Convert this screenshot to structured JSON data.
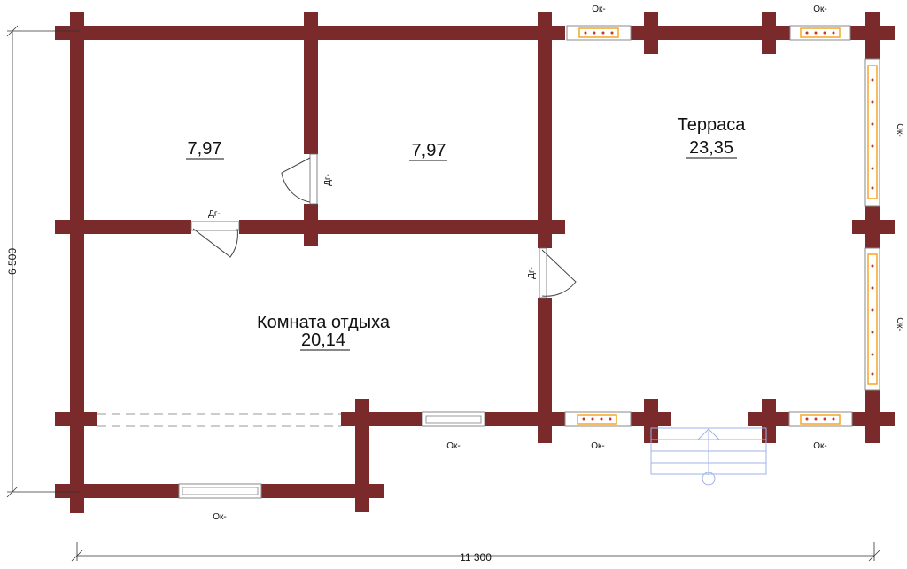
{
  "rooms": [
    {
      "id": "room-left-top",
      "name": "",
      "area": "7,97"
    },
    {
      "id": "room-mid-top",
      "name": "",
      "area": "7,97"
    },
    {
      "id": "terrace",
      "name": "Терраса",
      "area": "23,35"
    },
    {
      "id": "lounge",
      "name": "Комната отдыха",
      "area": "20,14"
    }
  ],
  "doors": {
    "label": "Дг-"
  },
  "windows": {
    "label": "Ок-"
  },
  "dimensions": {
    "width": "11 300",
    "height": "6 500"
  },
  "colors": {
    "wall": "#7a2a2a",
    "window_glass": "#f5a623",
    "stairs": "#9fb3e8"
  }
}
